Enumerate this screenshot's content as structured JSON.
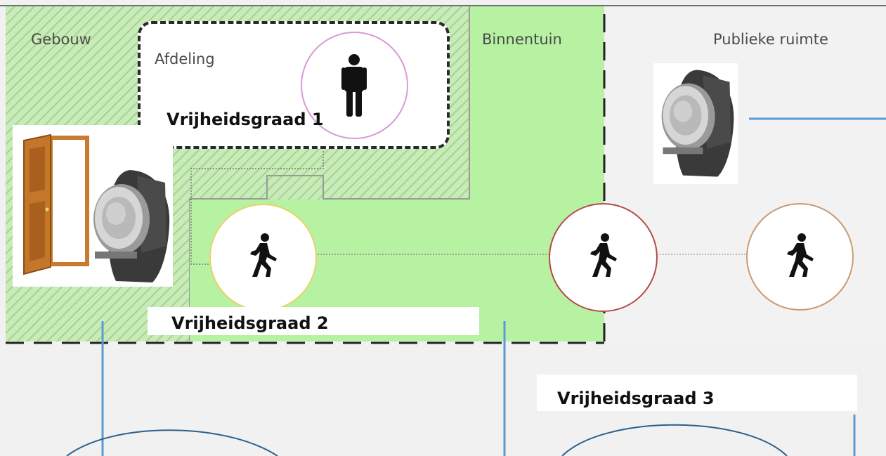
{
  "zones": {
    "building": "Gebouw",
    "department": "Afdeling",
    "courtyard": "Binnentuin",
    "public_space": "Publieke ruimte"
  },
  "levels": {
    "level1": "Vrijheidsgraad 1",
    "level2": "Vrijheidsgraad 2",
    "level3": "Vrijheidsgraad 3"
  },
  "icons": {
    "person": "person-icon",
    "walking": "walking-person-icon",
    "door": "door-icon",
    "wristband": "wristband-alarm-icon"
  },
  "colors": {
    "green_zone": "#c5ebb4",
    "green_hatch": "#a9d699",
    "public_zone": "#f1f1f1",
    "connector_line": "#5b9bd5",
    "dash": "#222222"
  }
}
